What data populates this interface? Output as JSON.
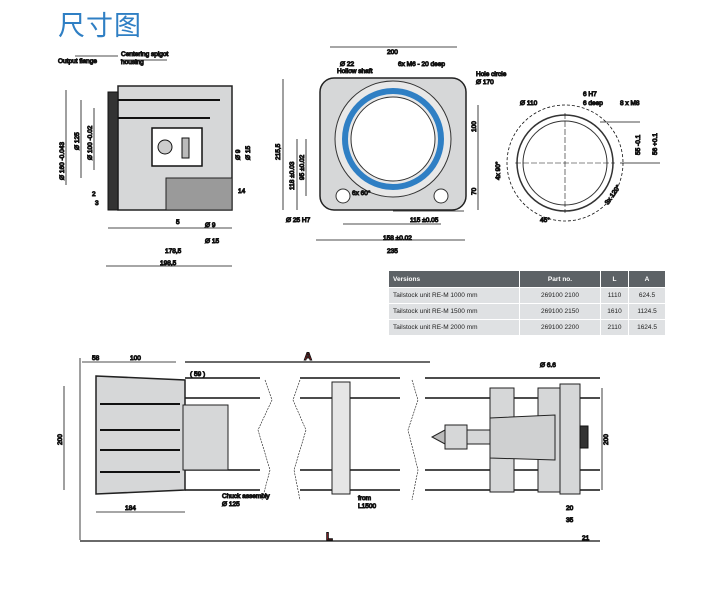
{
  "title": "尺寸图",
  "colors": {
    "title": "#2f7fc4",
    "ring": "#2f7fc4",
    "accent": "#c0262d",
    "table_header": "#5d6266"
  },
  "side_view": {
    "output_flange": "Output flange",
    "centering_spigot": "Centering spigot",
    "housing": "housing",
    "d160": "Ø 160 -0.043",
    "d125": "Ø 125",
    "d100": "Ø 100 -0.02",
    "d9": "Ø 9",
    "d15": "Ø 15",
    "d14": "14",
    "d2": "2",
    "d3": "3",
    "d5": "5",
    "d9b": "Ø 9",
    "d15b": "Ø 15",
    "d178": "178,5",
    "d198": "198,5"
  },
  "front_view": {
    "w200": "200",
    "d22": "Ø 22",
    "hollow_shaft": "Hollow shaft",
    "m6": "6x M6 - 20 deep",
    "hole_circle": "Hole circle",
    "d170": "Ø 170",
    "h215": "215,5",
    "h118": "118 ±0.03",
    "h95": "95 ±0.02",
    "v100": "100",
    "v70": "70",
    "a60": "6x 60°",
    "d25": "Ø 25 H7",
    "w115": "115 ±0.05",
    "w158": "158 ±0.02",
    "w235": "235"
  },
  "flange_view": {
    "d110": "Ø 110",
    "h7": "6 H7",
    "deep": "6 deep",
    "m8": "8 x M8",
    "d55": "55 -0.1",
    "d56": "56 +0.1",
    "a90": "4x 90°",
    "a120": "3x 120°",
    "a45": "45°"
  },
  "table": {
    "headers": [
      "Versions",
      "Part no.",
      "L",
      "A"
    ],
    "rows": [
      [
        "Tailstock unit RE-M 1000 mm",
        "269100 2100",
        "1110",
        "624.5"
      ],
      [
        "Tailstock unit RE-M 1500 mm",
        "269100 2150",
        "1610",
        "1124.5"
      ],
      [
        "Tailstock unit RE-M 2000 mm",
        "269100 2200",
        "2110",
        "1624.5"
      ]
    ]
  },
  "assembly": {
    "d58": "58",
    "d100": "100",
    "d59": "( 59 )",
    "A": "A",
    "h200": "200",
    "d184": "184",
    "chuck": "Chuck assembly",
    "chuck_d": "Ø 125",
    "from": "from",
    "l1500": "L1500",
    "d66": "Ø 6.6",
    "h200r": "200",
    "d20": "20",
    "d35": "35",
    "d21": "21",
    "L": "L"
  }
}
